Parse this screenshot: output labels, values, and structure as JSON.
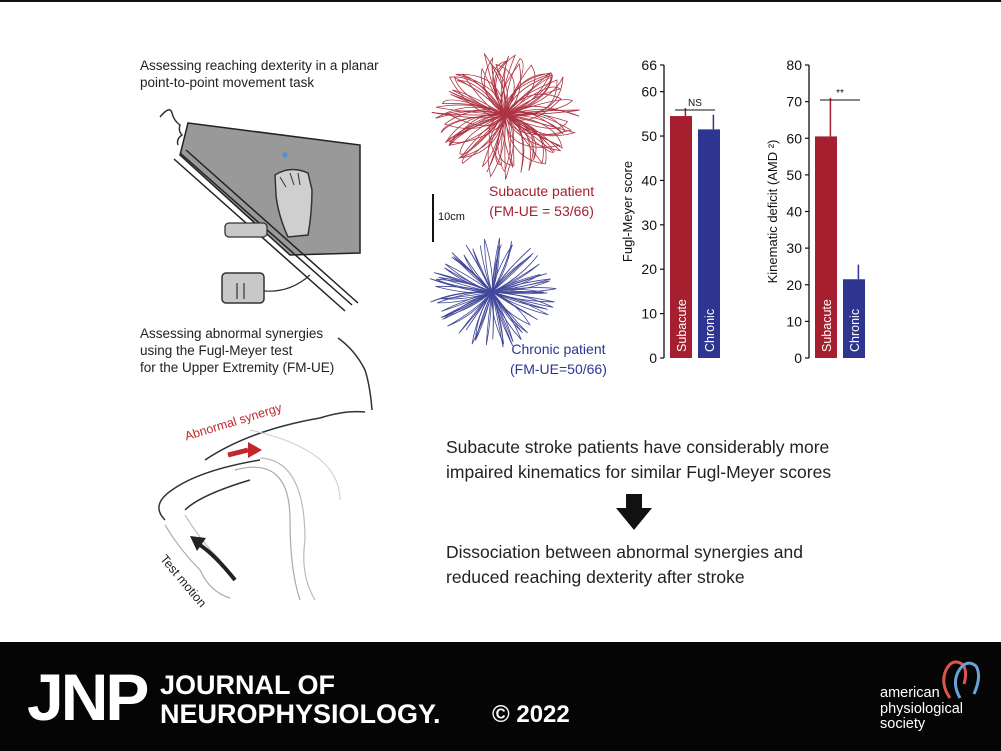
{
  "reaching_label": [
    "Assessing reaching dexterity in a planar",
    "point-to-point movement task"
  ],
  "synergy_label": [
    "Assessing abnormal synergies",
    "using the Fugl-Meyer test",
    "for the Upper Extremity (FM-UE)"
  ],
  "abnormal_synergy": "Abnormal synergy",
  "test_motion": "Test motion",
  "subacute_patient": "Subacute patient",
  "subacute_fm": "(FM-UE = 53/66)",
  "chronic_patient": "Chronic patient",
  "chronic_fm": "(FM-UE=50/66)",
  "scale_bar": "10cm",
  "finding": [
    "Subacute stroke patients have considerably more",
    "impaired kinematics for similar Fugl-Meyer scores"
  ],
  "conclusion": [
    "Dissociation between abnormal synergies and",
    "reduced reaching dexterity after stroke"
  ],
  "colors": {
    "subacute": "#a51f2f",
    "chronic": "#2e3590",
    "footer": "#050505"
  },
  "chart_data": [
    {
      "type": "bar",
      "ylabel": "Fugl-Meyer score",
      "ylim": [
        0,
        66
      ],
      "yticks": [
        0,
        10,
        20,
        30,
        40,
        50,
        60,
        66
      ],
      "categories": [
        "Subacute",
        "Chronic"
      ],
      "values": [
        54.5,
        51.5
      ],
      "errors": [
        1.8,
        3.3
      ],
      "significance": "NS",
      "colors": [
        "#a51f2f",
        "#2e3590"
      ]
    },
    {
      "type": "bar",
      "ylabel": "Kinematic deficit (AMD ²)",
      "ylim": [
        0,
        80
      ],
      "yticks": [
        0,
        10,
        20,
        30,
        40,
        50,
        60,
        70,
        80
      ],
      "categories": [
        "Subacute",
        "Chronic"
      ],
      "values": [
        60.5,
        21.5
      ],
      "errors": [
        10.5,
        4.0
      ],
      "significance": "**",
      "colors": [
        "#a51f2f",
        "#2e3590"
      ]
    }
  ],
  "footer": {
    "jnp": "JNP",
    "journal_line1": "JOURNAL OF",
    "journal_line2": "NEUROPHYSIOLOGY.",
    "copyright": "© 2022",
    "society": [
      "american",
      "physiological",
      "society"
    ]
  }
}
